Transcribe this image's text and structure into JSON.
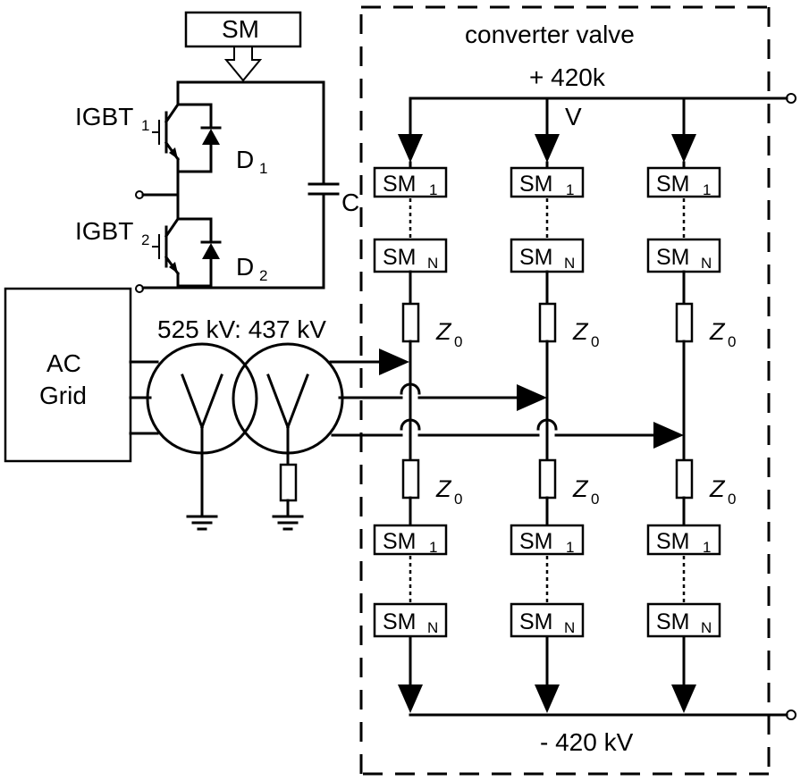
{
  "labels": {
    "sm_top": "SM",
    "igbt": "IGBT",
    "igbt1_sub": "1",
    "igbt2_sub": "2",
    "diode": "D",
    "d1_sub": "1",
    "d2_sub": "2",
    "capacitor": "C",
    "ac_grid_line1": "AC",
    "ac_grid_line2": "Grid",
    "transformer_ratio": "525 kV: 437 kV",
    "converter_valve": "converter valve",
    "pos_voltage": "+ 420k",
    "pos_voltage_unit": "V",
    "neg_voltage": "- 420 kV",
    "sm_prefix": "SM",
    "sm_first_sub": "1",
    "sm_last_sub": "N",
    "impedance": "Z",
    "impedance_sub": "0"
  }
}
